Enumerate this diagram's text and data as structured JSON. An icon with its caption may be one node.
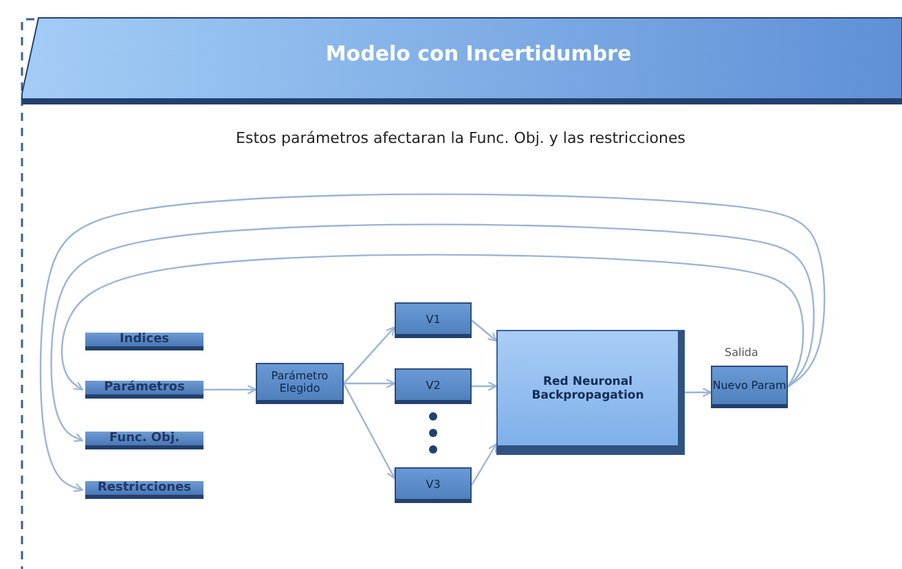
{
  "diagram": {
    "title": "Modelo con Incertidumbre",
    "nodes": [
      {
        "text": [
          "Indices"
        ]
      },
      {
        "text": [
          "Parámetros"
        ]
      },
      {
        "text": [
          "Func. Obj."
        ]
      },
      {
        "text": [
          "Restricciones"
        ]
      },
      {
        "text": [
          "Parámetro Elegido"
        ]
      },
      {
        "text": [
          "V1"
        ]
      },
      {
        "text": [
          "V2"
        ]
      },
      {
        "text": [
          "V3"
        ]
      },
      {
        "text": [
          "Red Neuronal Backpropagation"
        ]
      },
      {
        "text": [
          "Nuevo Param"
        ],
        "beside": [
          "Salida"
        ]
      }
    ],
    "edges": [
      {
        "from": 1,
        "to": 4,
        "arrow": "to"
      },
      {
        "from": 4,
        "to": 5,
        "arrow": "to"
      },
      {
        "from": 4,
        "to": 6,
        "arrow": "to"
      },
      {
        "from": 4,
        "to": 7,
        "arrow": "to"
      },
      {
        "from": 5,
        "to": 8,
        "arrow": "to"
      },
      {
        "from": 6,
        "to": 8,
        "arrow": "to"
      },
      {
        "from": 7,
        "to": 8,
        "arrow": "to"
      },
      {
        "from": 8,
        "to": 9,
        "arrow": "to"
      },
      {
        "from": 9,
        "to": 1,
        "arrow": "to"
      },
      {
        "from": 9,
        "to": 2,
        "arrow": "to"
      },
      {
        "from": 9,
        "to": 3,
        "arrow": "to"
      }
    ],
    "labels": [
      "Estos parámetros afectaran la Func. Obj. y las restricciones"
    ]
  }
}
